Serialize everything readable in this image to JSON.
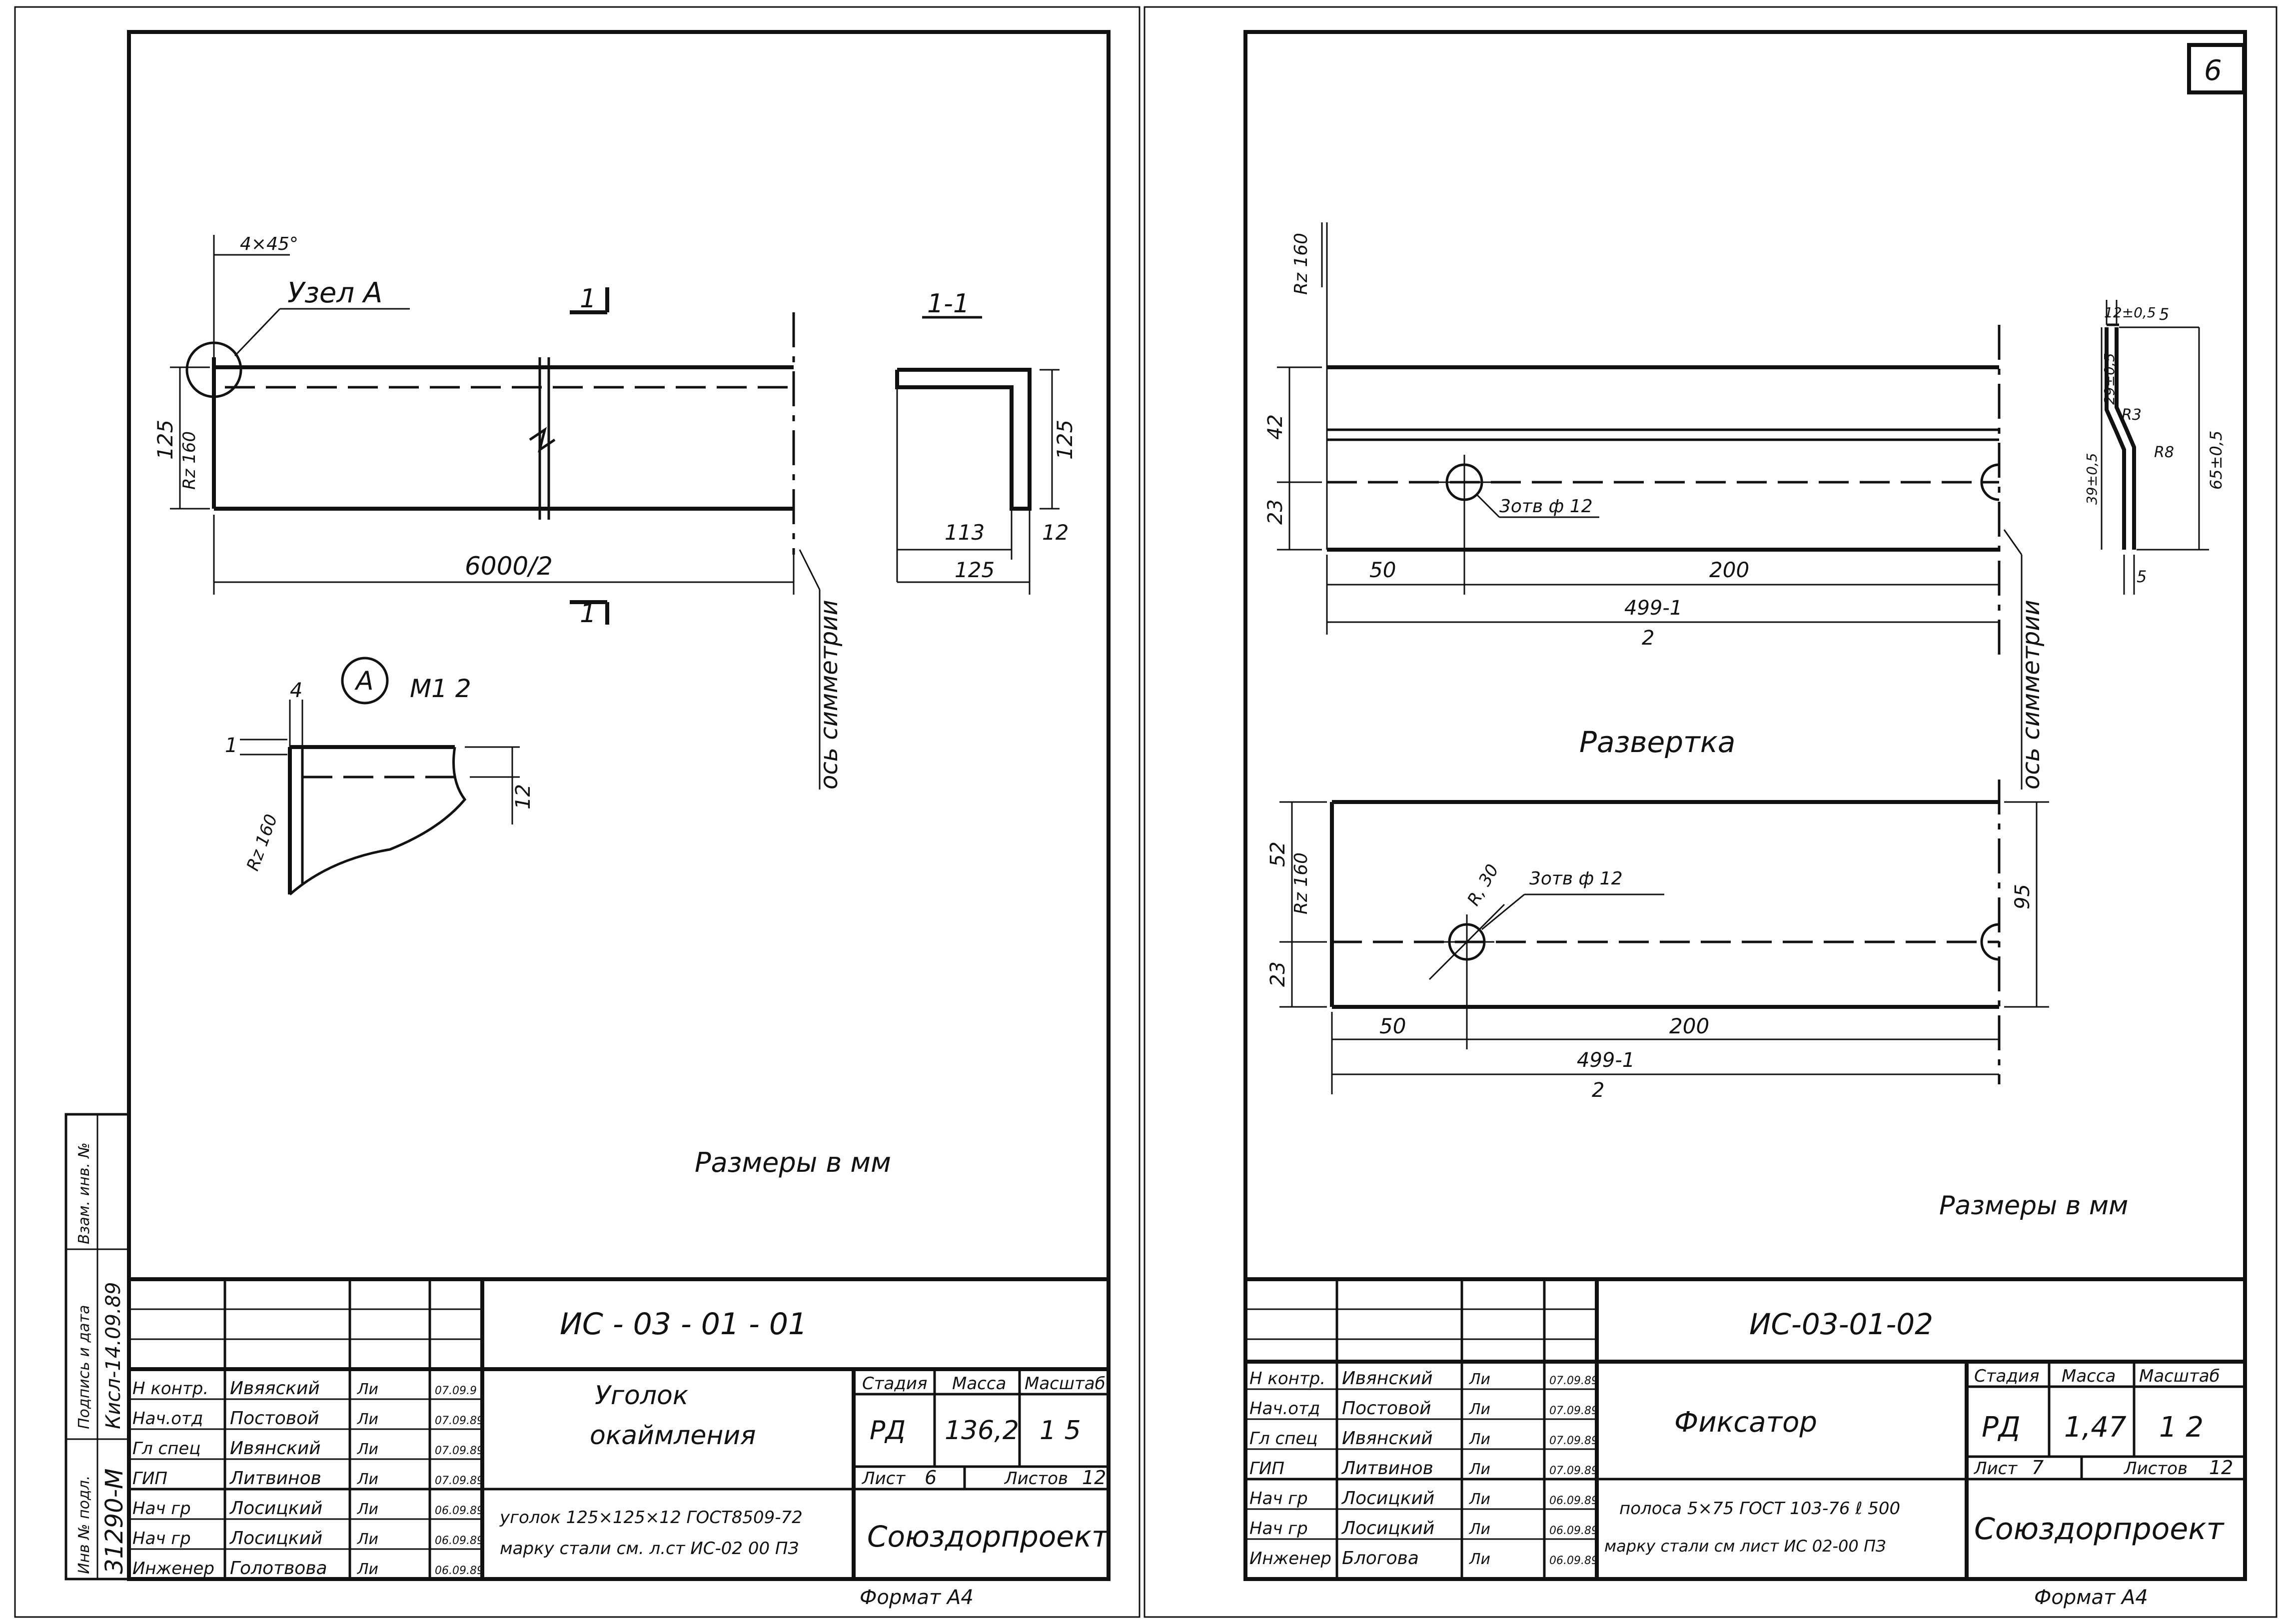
{
  "left_sheet": {
    "node_callout": "Узел А",
    "chamfer": "4×45°",
    "section_mark_top": "1",
    "section_mark_bottom": "1",
    "section_title": "1-1",
    "dim_length": "6000/2",
    "dim_125_vert": "125",
    "roughness": "Rz 160",
    "sec_dim_125_vert": "125",
    "sec_dim_113": "113",
    "sec_dim_12": "12",
    "sec_dim_125": "125",
    "axis_label": "ось симметрии",
    "detail_mark": "А",
    "detail_scale": "М1 2",
    "detail_dim_4": "4",
    "detail_dim_1": "1",
    "detail_dim_12": "12",
    "detail_roughness": "Rz 160",
    "note": "Размеры в мм",
    "side_stamp": {
      "row1": "Взам. инв. №",
      "row2": "Подпись и дата",
      "row2_value": "Кисл-14.09.89",
      "row3": "Инв № подл.",
      "row3_value": "31290-М"
    },
    "title_block": {
      "code": "ИС - 03 - 01 - 01",
      "name_line1": "Уголок",
      "name_line2": "окаймления",
      "material_line1": "уголок 125×125×12 ГОСТ8509-72",
      "material_line2": "марку стали см. л.ст ИС-02 00 ПЗ",
      "stage_label": "Стадия",
      "mass_label": "Масса",
      "scale_label": "Масштаб",
      "stage": "РД",
      "mass": "136,2",
      "scale": "1 5",
      "sheet_label": "Лист",
      "sheet": "6",
      "sheets_label": "Листов",
      "sheets": "12",
      "org": "Союздорпроект",
      "format": "Формат А4",
      "roles": [
        "Н контр.",
        "Нач.отд",
        "Гл спец",
        "ГИП",
        "Нач гр",
        "Нач гр",
        "Инженер"
      ],
      "names": [
        "Ивяяский",
        "Постовой",
        "Ивянский",
        "Литвинов",
        "Лосицкий",
        "Лосицкий",
        "Голотвова"
      ],
      "signatures": [
        "Ли",
        "Ли",
        "Ли",
        "Ли",
        "Ли",
        "Ли",
        "Ли"
      ],
      "dates": [
        "07.09.9",
        "07.09.89",
        "07.09.89",
        "07.09.89",
        "06.09.89",
        "06.09.89",
        "06.09.89"
      ]
    }
  },
  "right_sheet": {
    "page_number": "6",
    "roughness": "Rz 160",
    "dim_42": "42",
    "dim_23": "23",
    "hole_note": "3отв ф 12",
    "dim_50": "50",
    "dim_200": "200",
    "dim_frac_num": "499-1",
    "dim_frac_den": "2",
    "axis_label": "ось симметрии",
    "profile_dims": [
      "12±0,5",
      "5",
      "29±0,5",
      "R3",
      "R8",
      "65±0,5",
      "39±0,5",
      "5"
    ],
    "unfold_title": "Развертка",
    "unfold_dim_52": "52",
    "unfold_roughness": "Rz 160",
    "unfold_radius": "R, 30",
    "unfold_hole_note": "3отв ф 12",
    "unfold_dim_95": "95",
    "unfold_dim_23": "23",
    "unfold_dim_50": "50",
    "unfold_dim_200": "200",
    "unfold_frac_num": "499-1",
    "unfold_frac_den": "2",
    "note": "Размеры в мм",
    "title_block": {
      "code": "ИС-03-01-02",
      "name": "Фиксатор",
      "material_line1": "полоса 5×75 ГОСТ 103-76 ℓ 500",
      "material_line2": "марку стали см лист ИС 02-00 ПЗ",
      "stage_label": "Стадия",
      "mass_label": "Масса",
      "scale_label": "Масштаб",
      "stage": "РД",
      "mass": "1,47",
      "scale": "1 2",
      "sheet_label": "Лист",
      "sheet": "7",
      "sheets_label": "Листов",
      "sheets": "12",
      "org": "Союздорпроект",
      "format": "Формат А4",
      "roles": [
        "Н контр.",
        "Нач.отд",
        "Гл спец",
        "ГИП",
        "Нач гр",
        "Нач гр",
        "Инженер"
      ],
      "names": [
        "Ивянский",
        "Постовой",
        "Ивянский",
        "Литвинов",
        "Лосицкий",
        "Лосицкий",
        "Блогова"
      ],
      "signatures": [
        "Ли",
        "Ли",
        "Ли",
        "Ли",
        "Ли",
        "Ли",
        "Ли"
      ],
      "dates": [
        "07.09.89",
        "07.09.89",
        "07.09.89",
        "07.09.89",
        "06.09.89",
        "06.09.89",
        "06.09.89"
      ]
    }
  }
}
